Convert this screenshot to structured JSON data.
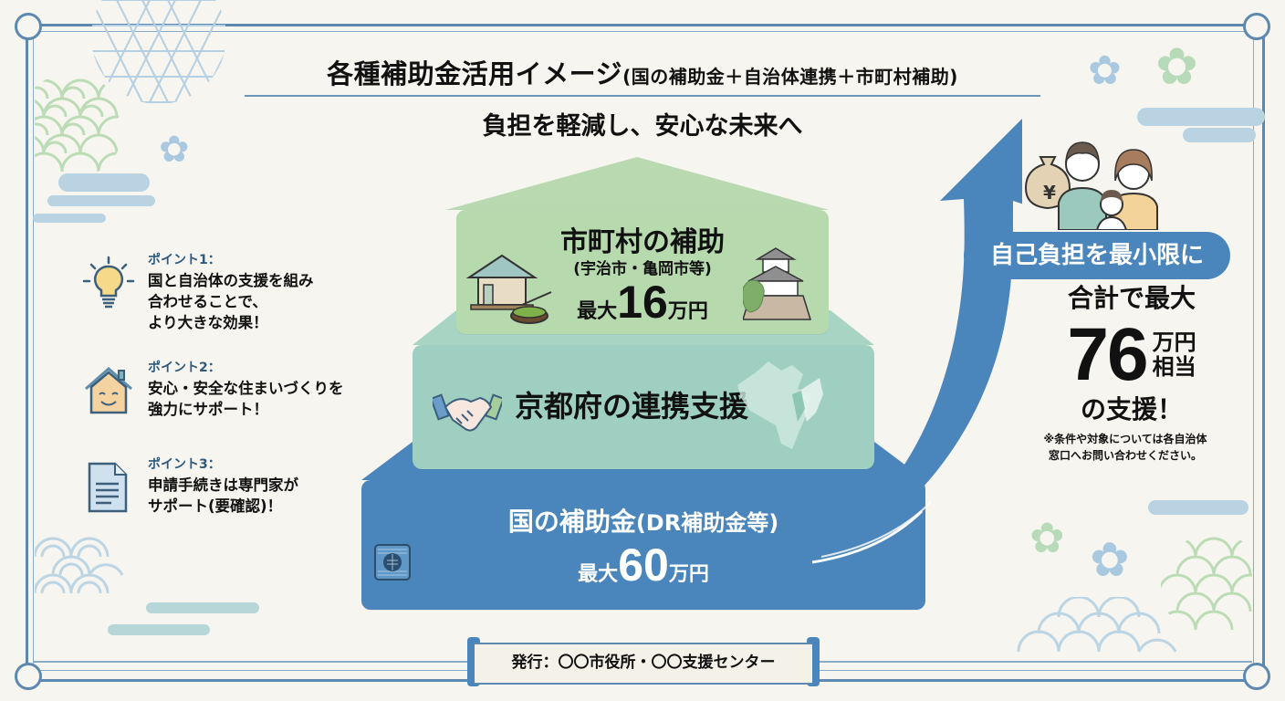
{
  "header": {
    "title": "各種補助金活用イメージ",
    "title_sub": "(国の補助金＋自治体連携＋市町村補助)",
    "subtitle": "負担を軽減し、安心な未来へ"
  },
  "points": [
    {
      "label": "ポイント1：",
      "text": "国と自治体の支援を組み\n合わせることで、\nより大きな効果！",
      "icon": "lightbulb-icon"
    },
    {
      "label": "ポイント2：",
      "text": "安心・安全な住まいづくりを\n強力にサポート！",
      "icon": "smiling-house-icon"
    },
    {
      "label": "ポイント3：",
      "text": "申請手続きは専門家が\nサポート(要確認)！",
      "icon": "document-icon"
    }
  ],
  "pyramid": {
    "municipal": {
      "title": "市町村の補助",
      "sub": "(宇治市・亀岡市等)",
      "amount_prefix": "最大",
      "amount": "16",
      "amount_unit": "万円",
      "color": "#b7d9ae"
    },
    "prefecture": {
      "title": "京都府の連携支援",
      "color": "#9fcfc0"
    },
    "national": {
      "title": "国の補助金",
      "title_paren": "(DR補助金等)",
      "amount_prefix": "最大",
      "amount": "60",
      "amount_unit": "万円",
      "color": "#4a86bb"
    }
  },
  "result": {
    "pill": "自己負担を最小限に",
    "total_line1": "合計で最大",
    "total_amount": "76",
    "total_unit1": "万円",
    "total_unit2": "相当",
    "total_line3": "の支援！",
    "note": "※条件や対象については各自治体\n窓口へお問い合わせください。"
  },
  "footer": {
    "publisher": "発行：〇〇市役所・〇〇支援センター"
  },
  "colors": {
    "background": "#f7f5ef",
    "frame": "#5d88b0",
    "accent_blue": "#4a86bb",
    "green_tier": "#b7d9ae",
    "teal_tier": "#9fcfc0"
  }
}
